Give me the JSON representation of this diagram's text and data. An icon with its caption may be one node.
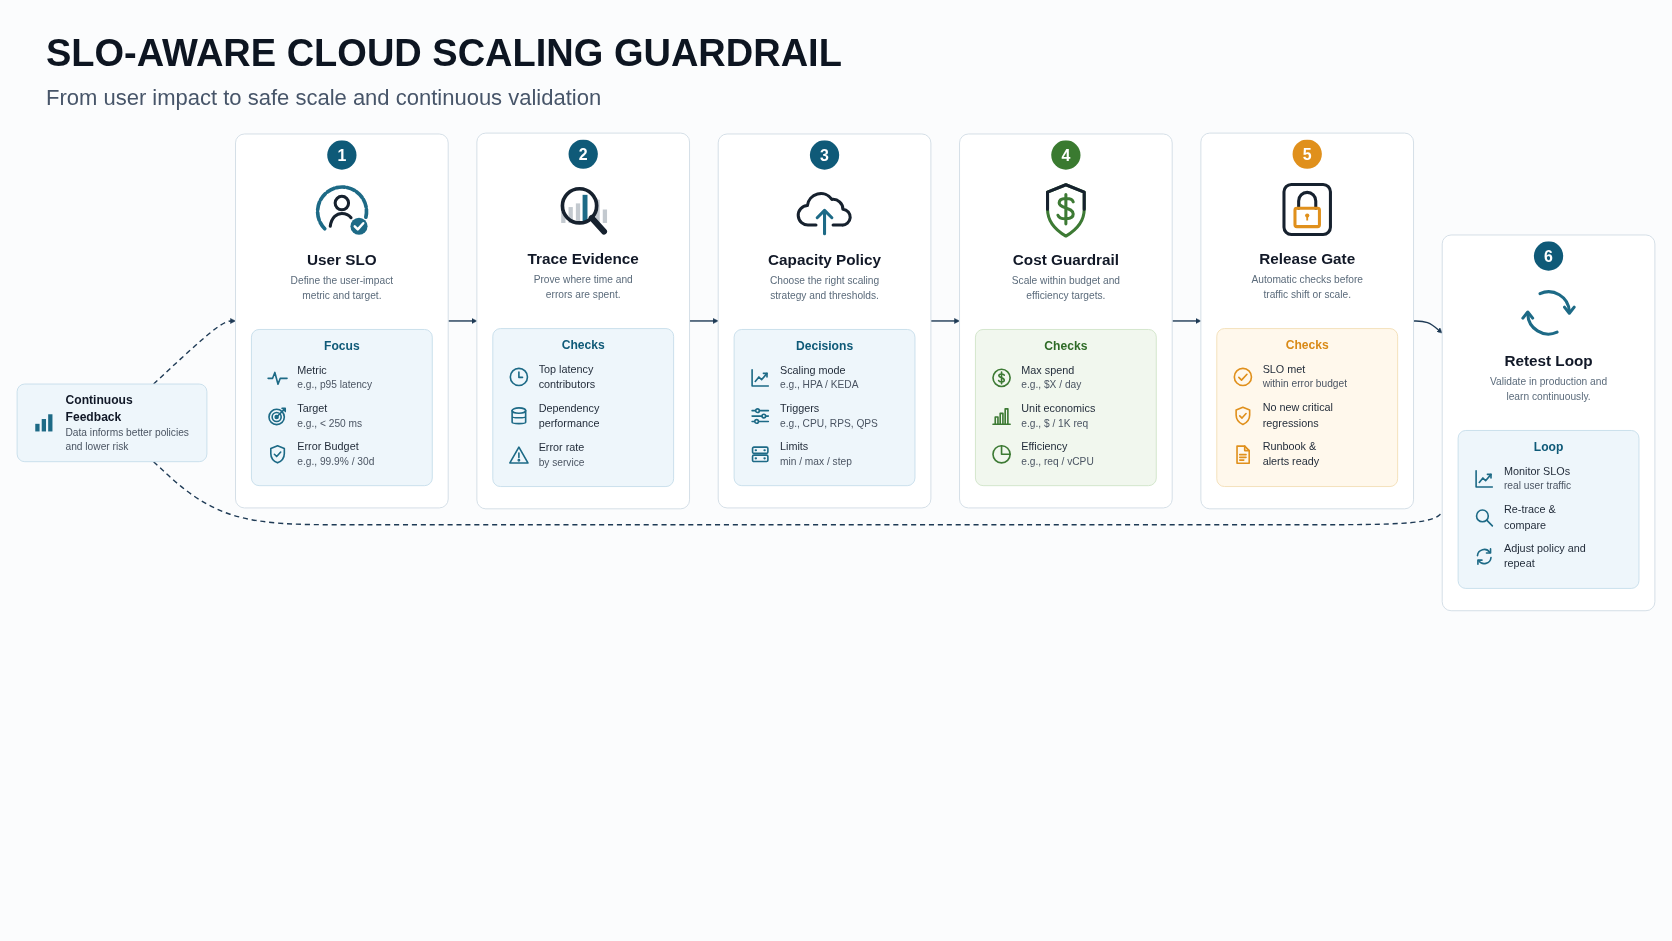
{
  "diagram": {
    "title": "SLO-AWARE CLOUD SCALING GUARDRAIL",
    "nodes": [
      {
        "text": [
          "1",
          "User SLO",
          "Define the user-impact metric and target."
        ]
      },
      {
        "text": [
          "Focus",
          "Metric",
          "e.g., p95 latency",
          "Target",
          "e.g., < 250 ms",
          "Error Budget",
          "e.g., 99.9% / 30d"
        ],
        "in": 0
      },
      {
        "text": [
          "2",
          "Trace Evidence",
          "Prove where time and errors are spent."
        ]
      },
      {
        "text": [
          "Checks",
          "Top latency contributors",
          "Dependency performance",
          "Error rate",
          "by service"
        ],
        "in": 2
      },
      {
        "text": [
          "3",
          "Capacity Policy",
          "Choose the right scaling strategy and thresholds."
        ]
      },
      {
        "text": [
          "Decisions",
          "Scaling mode",
          "e.g., HPA / KEDA",
          "Triggers",
          "e.g., CPU, RPS, QPS",
          "Limits",
          "min / max / step"
        ],
        "in": 4
      },
      {
        "text": [
          "4",
          "Cost Guardrail",
          "Scale within budget and efficiency targets."
        ]
      },
      {
        "text": [
          "Checks",
          "Max spend",
          "e.g., $X / day",
          "Unit economics",
          "e.g., $ / 1K req",
          "Efficiency",
          "e.g., req / vCPU"
        ],
        "in": 6
      },
      {
        "text": [
          "5",
          "Release Gate",
          "Automatic checks before traffic shift or scale."
        ]
      },
      {
        "text": [
          "Checks",
          "SLO met",
          "within error budget",
          "No new critical regressions",
          "Runbook & alerts ready"
        ],
        "in": 8
      },
      {
        "text": [
          "6",
          "Retest Loop",
          "Validate in production and learn continuously."
        ]
      },
      {
        "text": [
          "Loop",
          "Monitor SLOs",
          "real user traffic",
          "Re-trace & compare",
          "Adjust policy and repeat"
        ],
        "in": 10
      },
      {
        "text": [
          "Continuous Feedback",
          "Data informs better policies and lower risk"
        ]
      }
    ],
    "edges": [
      {
        "from": 0,
        "to": 2,
        "arrow": "to"
      },
      {
        "from": 2,
        "to": 4,
        "arrow": "to"
      },
      {
        "from": 4,
        "to": 6,
        "arrow": "to"
      },
      {
        "from": 6,
        "to": 8,
        "arrow": "to"
      },
      {
        "from": 8,
        "to": 10,
        "arrow": "to"
      },
      {
        "from": 12,
        "to": 10,
        "arrow": "none",
        "style": "dashed"
      },
      {
        "from": 12,
        "to": 0,
        "arrow": "to",
        "style": "dashed"
      }
    ],
    "labels": [
      "From user impact to safe scale and continuous validation"
    ]
  }
}
